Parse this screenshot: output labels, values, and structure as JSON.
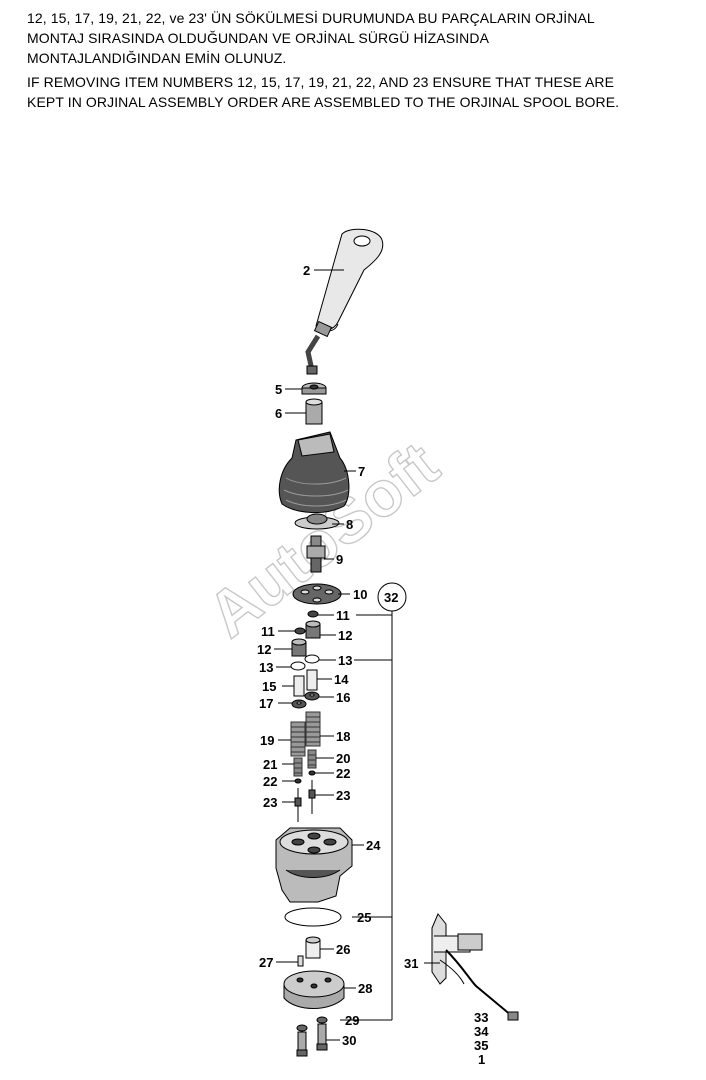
{
  "notes": {
    "turkish": "12, 15, 17, 19, 21, 22, ve 23' ÜN SÖKÜLMESİ DURUMUNDA BU PARÇALARIN ORJİNAL\nMONTAJ SIRASINDA OLDUĞUNDAN VE ORJİNAL SÜRGÜ HİZASINDA\nMONTAJLANDIĞINDAN EMİN OLUNUZ.",
    "english": "IF REMOVING ITEM NUMBERS 12, 15, 17, 19, 21, 22, AND 23 ENSURE THAT THESE ARE\nKEPT IN ORJINAL ASSEMBLY ORDER ARE ASSEMBLED  TO THE ORJINAL SPOOL BORE."
  },
  "watermark": "AutoSoft",
  "callouts": {
    "c2": "2",
    "c5": "5",
    "c6": "6",
    "c7": "7",
    "c8": "8",
    "c9": "9",
    "c10": "10",
    "c32": "32",
    "c11a": "11",
    "c11b": "11",
    "c12a": "12",
    "c12b": "12",
    "c13a": "13",
    "c13b": "13",
    "c14": "14",
    "c15": "15",
    "c16": "16",
    "c17": "17",
    "c18": "18",
    "c19": "19",
    "c20": "20",
    "c21": "21",
    "c22a": "22",
    "c22b": "22",
    "c23a": "23",
    "c23b": "23",
    "c24": "24",
    "c25": "25",
    "c26": "26",
    "c27": "27",
    "c28": "28",
    "c29": "29",
    "c30": "30",
    "c31": "31",
    "c33": "33",
    "c34": "34",
    "c35": "35",
    "c1": "1"
  }
}
